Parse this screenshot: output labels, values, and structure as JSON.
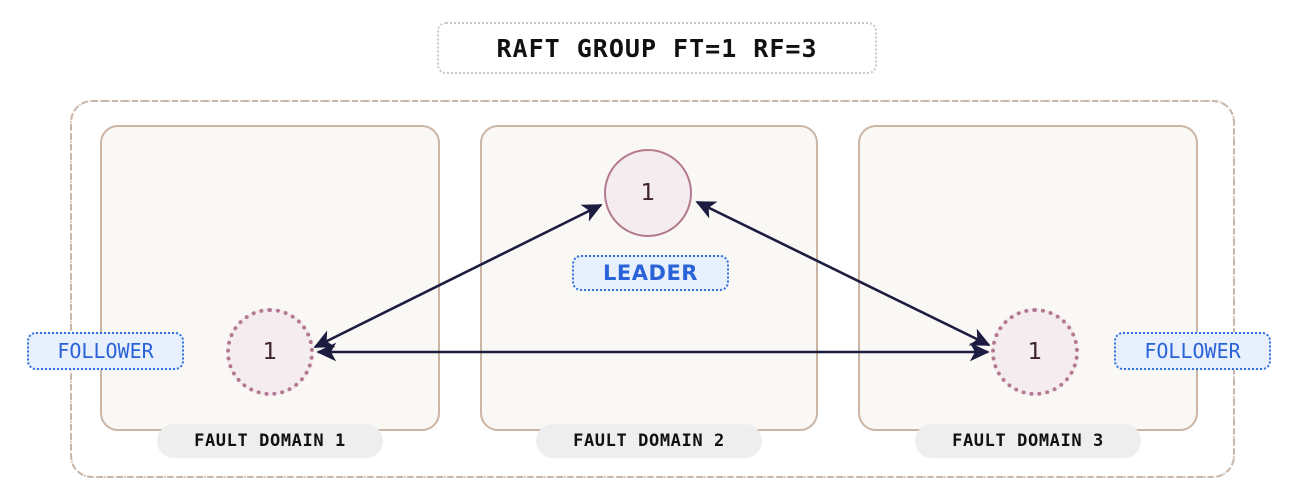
{
  "diagram": {
    "title": "RAFT GROUP FT=1 RF=3",
    "outer_boundary_name": "raft-group-boundary",
    "colors": {
      "boundary": "#c9b6a8",
      "fault_domain_border": "#cbb6a6",
      "fault_domain_fill": "#faf8f5",
      "node_border": "#b4798f",
      "node_fill": "#f4ecef",
      "node_text": "#3f2430",
      "arrow": "#1c1c40",
      "badge_text": "#2a63d8",
      "badge_fill": "#e8f0fd",
      "badge_border": "#2f6fe0",
      "pill_fill": "#eeeeee",
      "pill_text": "#111111",
      "title_border": "#c8c8c8",
      "background": "#ffffff"
    },
    "fault_domains": [
      {
        "label": "FAULT DOMAIN 1"
      },
      {
        "label": "FAULT DOMAIN 2"
      },
      {
        "label": "FAULT DOMAIN 3"
      }
    ],
    "nodes": [
      {
        "id": "leader",
        "value": "1",
        "role": "LEADER",
        "border_style": "solid",
        "fault_domain": "FAULT DOMAIN 2"
      },
      {
        "id": "follower-1",
        "value": "1",
        "role": "FOLLOWER",
        "border_style": "dotted",
        "fault_domain": "FAULT DOMAIN 1"
      },
      {
        "id": "follower-2",
        "value": "1",
        "role": "FOLLOWER",
        "border_style": "dotted",
        "fault_domain": "FAULT DOMAIN 3"
      }
    ],
    "connections": [
      {
        "from": "follower-1",
        "to": "leader",
        "direction": "bidirectional"
      },
      {
        "from": "follower-2",
        "to": "leader",
        "direction": "bidirectional"
      },
      {
        "from": "follower-1",
        "to": "follower-2",
        "direction": "bidirectional"
      }
    ]
  }
}
